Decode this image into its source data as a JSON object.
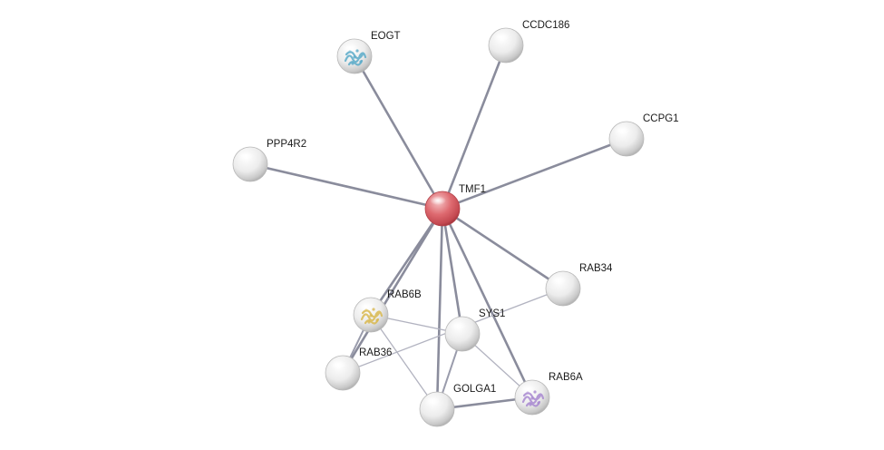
{
  "network": {
    "nodes": [
      {
        "id": "TMF1",
        "label": "TMF1",
        "query": true,
        "structure": false
      },
      {
        "id": "EOGT",
        "label": "EOGT",
        "query": false,
        "structure": true,
        "structure_color": "#5aaac8"
      },
      {
        "id": "CCDC186",
        "label": "CCDC186",
        "query": false,
        "structure": false
      },
      {
        "id": "CCPG1",
        "label": "CCPG1",
        "query": false,
        "structure": false
      },
      {
        "id": "PPP4R2",
        "label": "PPP4R2",
        "query": false,
        "structure": false
      },
      {
        "id": "RAB34",
        "label": "RAB34",
        "query": false,
        "structure": false
      },
      {
        "id": "RAB6B",
        "label": "RAB6B",
        "query": false,
        "structure": true,
        "structure_color": "#d8b850"
      },
      {
        "id": "SYS1",
        "label": "SYS1",
        "query": false,
        "structure": false
      },
      {
        "id": "RAB36",
        "label": "RAB36",
        "query": false,
        "structure": false
      },
      {
        "id": "GOLGA1",
        "label": "GOLGA1",
        "query": false,
        "structure": false
      },
      {
        "id": "RAB6A",
        "label": "RAB6A",
        "query": false,
        "structure": true,
        "structure_color": "#a888d0"
      }
    ],
    "edges": [
      {
        "source": "TMF1",
        "target": "EOGT",
        "confidence": "strong"
      },
      {
        "source": "TMF1",
        "target": "CCDC186",
        "confidence": "strong"
      },
      {
        "source": "TMF1",
        "target": "CCPG1",
        "confidence": "strong"
      },
      {
        "source": "TMF1",
        "target": "PPP4R2",
        "confidence": "strong"
      },
      {
        "source": "TMF1",
        "target": "RAB34",
        "confidence": "strong"
      },
      {
        "source": "TMF1",
        "target": "RAB6B",
        "confidence": "strong"
      },
      {
        "source": "TMF1",
        "target": "SYS1",
        "confidence": "strong"
      },
      {
        "source": "TMF1",
        "target": "RAB36",
        "confidence": "strong"
      },
      {
        "source": "TMF1",
        "target": "GOLGA1",
        "confidence": "strong"
      },
      {
        "source": "TMF1",
        "target": "RAB6A",
        "confidence": "strong"
      },
      {
        "source": "RAB6B",
        "target": "SYS1",
        "confidence": "weak"
      },
      {
        "source": "RAB6B",
        "target": "GOLGA1",
        "confidence": "weak"
      },
      {
        "source": "RAB6B",
        "target": "RAB36",
        "confidence": "medium"
      },
      {
        "source": "SYS1",
        "target": "GOLGA1",
        "confidence": "medium"
      },
      {
        "source": "SYS1",
        "target": "RAB6A",
        "confidence": "weak"
      },
      {
        "source": "RAB36",
        "target": "RAB34",
        "confidence": "weak"
      },
      {
        "source": "GOLGA1",
        "target": "RAB6A",
        "confidence": "strong"
      }
    ]
  },
  "colors": {
    "query_node": "#d0575e",
    "neighbor_node": "#e6e6e6"
  }
}
